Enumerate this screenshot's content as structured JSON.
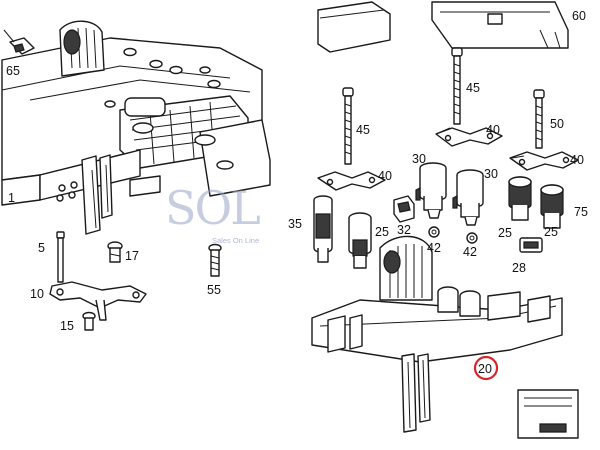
{
  "diagram": {
    "labels": {
      "l65": "65",
      "l60": "60",
      "l45a": "45",
      "l45b": "45",
      "l40a": "40",
      "l40b": "40",
      "l40c": "40",
      "l50": "50",
      "l30a": "30",
      "l30b": "30",
      "l75": "75",
      "l25a": "25",
      "l25b": "25",
      "l25c": "25",
      "l32": "32",
      "l35": "35",
      "l42a": "42",
      "l42b": "42",
      "l28": "28",
      "l1": "1",
      "l5": "5",
      "l17": "17",
      "l55": "55",
      "l10": "10",
      "l15": "15",
      "l20": "20"
    },
    "watermark": {
      "brand": "SOL",
      "tagline": "Sales On Line"
    },
    "highlight_color": "#d9232a"
  }
}
